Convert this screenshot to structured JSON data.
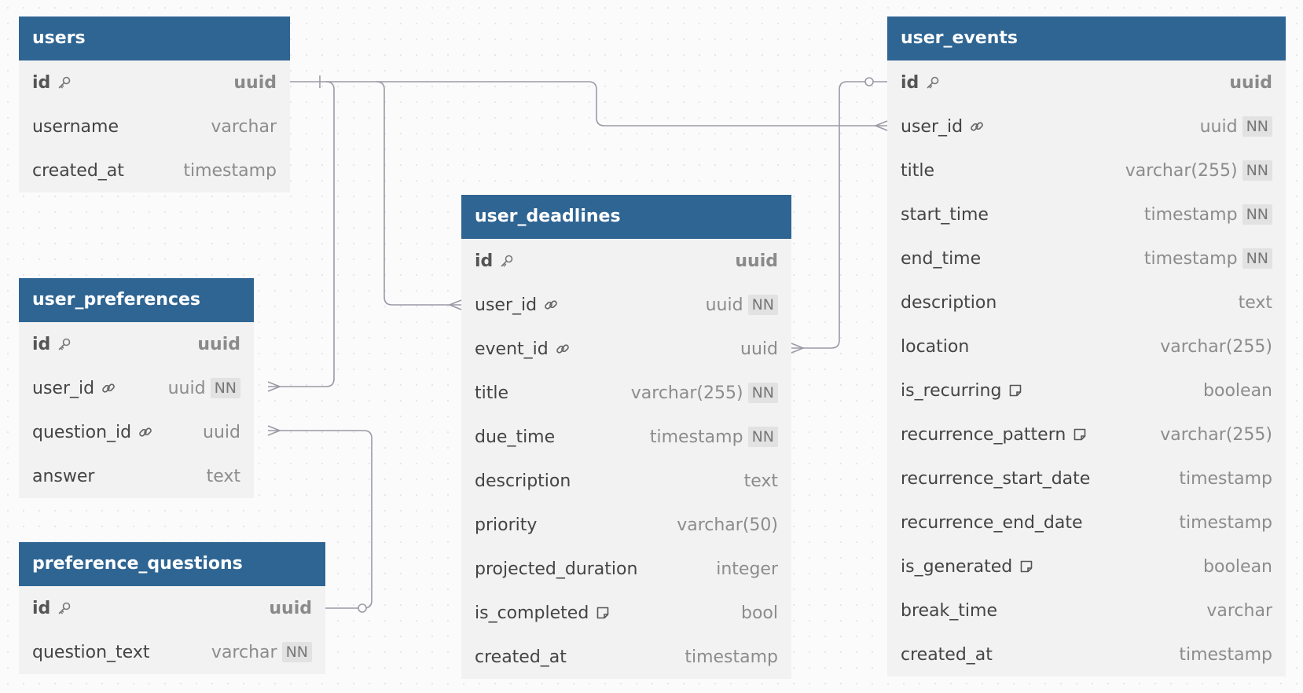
{
  "colors": {
    "header": "#2f6593",
    "body": "#f2f2f2",
    "line": "#9a9aa6"
  },
  "tables": [
    {
      "name": "users",
      "fields": [
        {
          "name": "id",
          "type": "uuid",
          "pk": true,
          "icon": "key-icon"
        },
        {
          "name": "username",
          "type": "varchar"
        },
        {
          "name": "created_at",
          "type": "timestamp"
        }
      ]
    },
    {
      "name": "user_preferences",
      "fields": [
        {
          "name": "id",
          "type": "uuid",
          "pk": true,
          "icon": "key-icon"
        },
        {
          "name": "user_id",
          "type": "uuid",
          "nn": "NN",
          "icon": "link-icon"
        },
        {
          "name": "question_id",
          "type": "uuid",
          "icon": "link-icon"
        },
        {
          "name": "answer",
          "type": "text"
        }
      ]
    },
    {
      "name": "preference_questions",
      "fields": [
        {
          "name": "id",
          "type": "uuid",
          "pk": true,
          "icon": "key-icon"
        },
        {
          "name": "question_text",
          "type": "varchar",
          "nn": "NN"
        }
      ]
    },
    {
      "name": "user_deadlines",
      "fields": [
        {
          "name": "id",
          "type": "uuid",
          "pk": true,
          "icon": "key-icon"
        },
        {
          "name": "user_id",
          "type": "uuid",
          "nn": "NN",
          "icon": "link-icon"
        },
        {
          "name": "event_id",
          "type": "uuid",
          "icon": "link-icon"
        },
        {
          "name": "title",
          "type": "varchar(255)",
          "nn": "NN"
        },
        {
          "name": "due_time",
          "type": "timestamp",
          "nn": "NN"
        },
        {
          "name": "description",
          "type": "text"
        },
        {
          "name": "priority",
          "type": "varchar(50)"
        },
        {
          "name": "projected_duration",
          "type": "integer"
        },
        {
          "name": "is_completed",
          "type": "bool",
          "icon": "note-icon"
        },
        {
          "name": "created_at",
          "type": "timestamp"
        }
      ]
    },
    {
      "name": "user_events",
      "fields": [
        {
          "name": "id",
          "type": "uuid",
          "pk": true,
          "icon": "key-icon"
        },
        {
          "name": "user_id",
          "type": "uuid",
          "nn": "NN",
          "icon": "link-icon"
        },
        {
          "name": "title",
          "type": "varchar(255)",
          "nn": "NN"
        },
        {
          "name": "start_time",
          "type": "timestamp",
          "nn": "NN"
        },
        {
          "name": "end_time",
          "type": "timestamp",
          "nn": "NN"
        },
        {
          "name": "description",
          "type": "text"
        },
        {
          "name": "location",
          "type": "varchar(255)"
        },
        {
          "name": "is_recurring",
          "type": "boolean",
          "icon": "note-icon"
        },
        {
          "name": "recurrence_pattern",
          "type": "varchar(255)",
          "icon": "note-icon"
        },
        {
          "name": "recurrence_start_date",
          "type": "timestamp"
        },
        {
          "name": "recurrence_end_date",
          "type": "timestamp"
        },
        {
          "name": "is_generated",
          "type": "boolean",
          "icon": "note-icon"
        },
        {
          "name": "break_time",
          "type": "varchar"
        },
        {
          "name": "created_at",
          "type": "timestamp"
        }
      ]
    }
  ]
}
